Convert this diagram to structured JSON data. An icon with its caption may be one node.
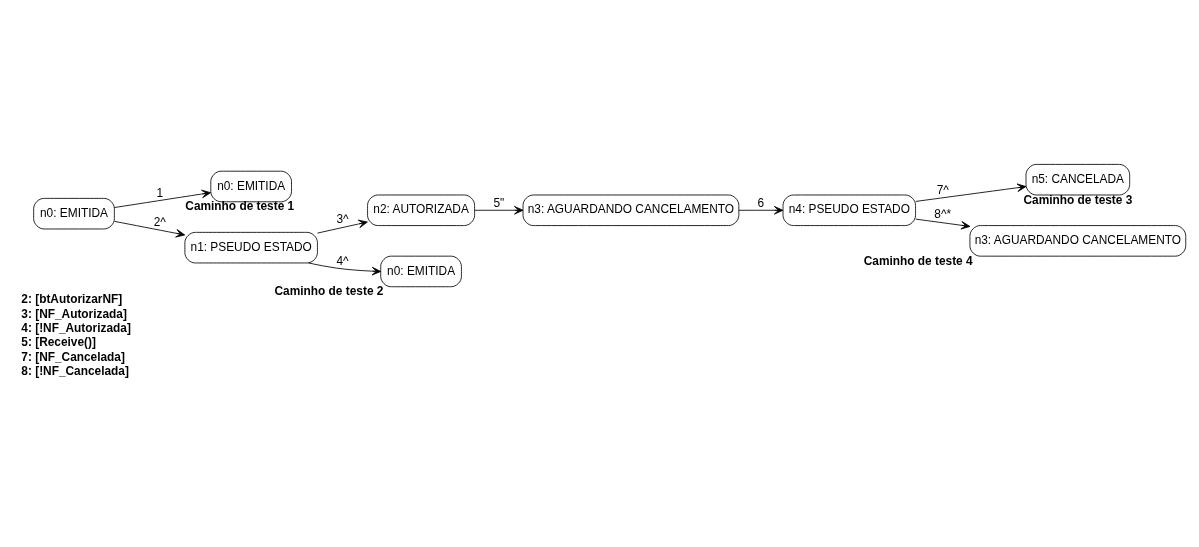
{
  "diagram": {
    "nodes": [
      {
        "text": [
          "n0: EMITIDA"
        ]
      },
      {
        "text": [
          "n0: EMITIDA"
        ],
        "beside": [
          "Caminho de teste 1"
        ]
      },
      {
        "text": [
          "n1: PSEUDO ESTADO"
        ]
      },
      {
        "text": [
          "n2: AUTORIZADA"
        ]
      },
      {
        "text": [
          "n0: EMITIDA"
        ],
        "beside": [
          "Caminho de teste 2"
        ]
      },
      {
        "text": [
          "n3: AGUARDANDO CANCELAMENTO"
        ]
      },
      {
        "text": [
          "n4: PSEUDO ESTADO"
        ]
      },
      {
        "text": [
          "n5: CANCELADA"
        ],
        "beside": [
          "Caminho de teste 3"
        ]
      },
      {
        "text": [
          "n3: AGUARDANDO CANCELAMENTO"
        ],
        "beside": [
          "Caminho de teste 4"
        ]
      }
    ],
    "edges": [
      {
        "from": 0,
        "to": 1,
        "arrow": "to",
        "label": "1"
      },
      {
        "from": 0,
        "to": 2,
        "arrow": "to",
        "label": "2^"
      },
      {
        "from": 2,
        "to": 3,
        "arrow": "to",
        "label": "3^"
      },
      {
        "from": 2,
        "to": 4,
        "arrow": "to",
        "label": "4^"
      },
      {
        "from": 3,
        "to": 5,
        "arrow": "to",
        "label": "5\""
      },
      {
        "from": 5,
        "to": 6,
        "arrow": "to",
        "label": "6"
      },
      {
        "from": 6,
        "to": 7,
        "arrow": "to",
        "label": "7^"
      },
      {
        "from": 6,
        "to": 8,
        "arrow": "to",
        "label": "8^*"
      }
    ],
    "labels": [
      "2: [btAutorizarNF]",
      "3: [NF_Autorizada]",
      "4: [!NF_Autorizada]",
      "5: [Receive()]",
      "7: [NF_Cancelada]",
      "8: [!NF_Cancelada]"
    ]
  }
}
